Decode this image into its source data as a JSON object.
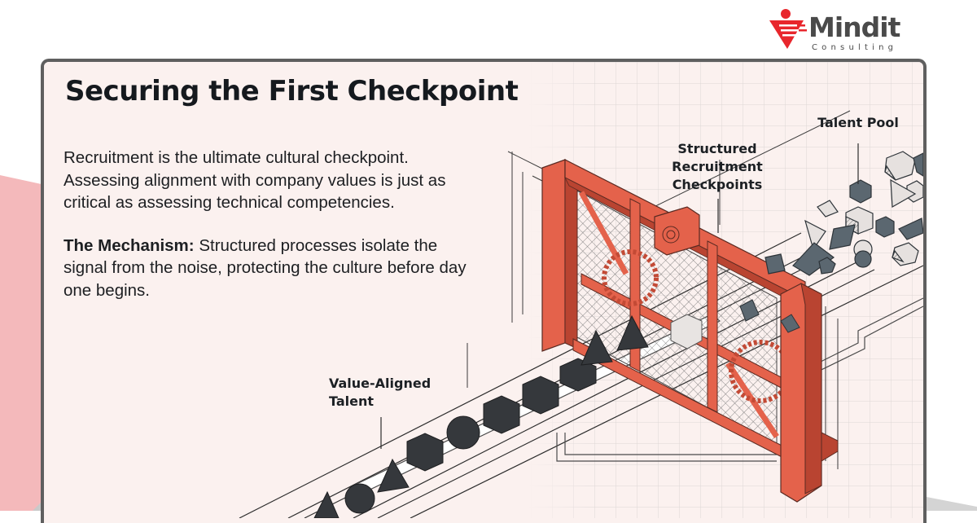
{
  "brand": {
    "name": "Mindit",
    "subtitle": "Consulting",
    "accent_color": "#e8262c",
    "text_color": "#4a4a4a"
  },
  "slide": {
    "title": "Securing the First Checkpoint",
    "paragraph_1": "Recruitment is the ultimate cultural checkpoint. Assessing alignment with company values is just as critical as assessing technical competencies.",
    "mechanism_label": "The Mechanism:",
    "mechanism_text": " Structured processes isolate the signal from the noise, protecting the culture before day one begins."
  },
  "illustration": {
    "labels": {
      "talent_pool": "Talent Pool",
      "checkpoints": "Structured Recruitment Checkpoints",
      "value_aligned": "Value-Aligned Talent"
    },
    "colors": {
      "gate": "#e4624b",
      "gate_shadow": "#b94431",
      "aligned_shape": "#35383c",
      "pool_shape": "#5b6770",
      "background": "#fbf1ef",
      "grid": "#dcd6d6"
    }
  }
}
